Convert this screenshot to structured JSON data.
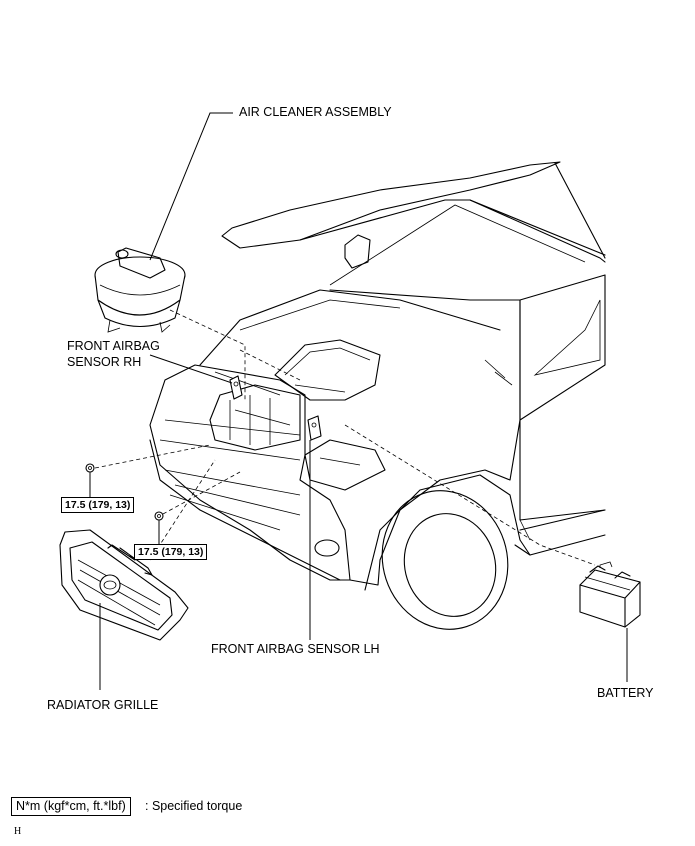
{
  "labels": {
    "air_cleaner": "AIR CLEANER ASSEMBLY",
    "sensor_rh_line1": "FRONT AIRBAG",
    "sensor_rh_line2": "SENSOR RH",
    "sensor_lh": "FRONT AIRBAG SENSOR LH",
    "radiator_grille": "RADIATOR GRILLE",
    "battery": "BATTERY"
  },
  "torque_values": [
    "17.5 (179, 13)",
    "17.5 (179, 13)"
  ],
  "legend": {
    "unit_box": "N*m (kgf*cm, ft.*lbf)",
    "description": ": Specified torque"
  },
  "figure_code": "H"
}
